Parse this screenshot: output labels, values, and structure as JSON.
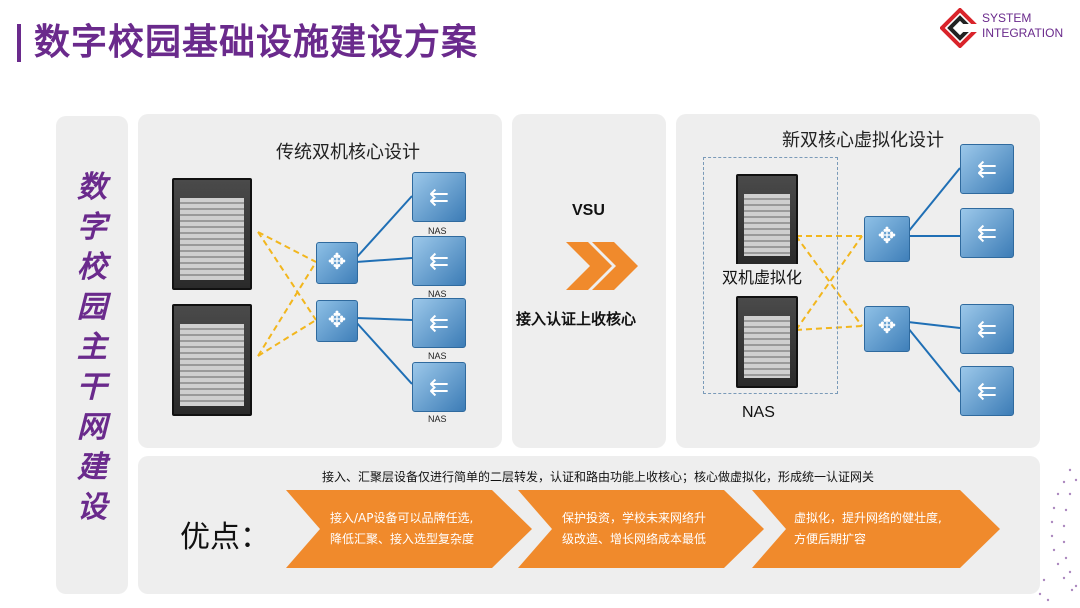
{
  "header": {
    "title": "数字校园基础设施建设方案",
    "logo_lines": [
      "SYSTEM",
      "INTEGRATION"
    ]
  },
  "sidebar": {
    "title_chars": [
      "数",
      "字",
      "校",
      "园",
      "主",
      "干",
      "网",
      "建",
      "设"
    ]
  },
  "left_panel": {
    "heading": "传统双机核心设计",
    "nas_labels": [
      "NAS",
      "NAS",
      "NAS",
      "NAS"
    ]
  },
  "middle_panel": {
    "vsu": "VSU",
    "caption": "接入认证上收核心"
  },
  "right_panel": {
    "heading": "新双核心虚拟化设计",
    "virtual_label": "双机虚拟化",
    "nas_label": "NAS"
  },
  "bottom": {
    "summary": "接入、汇聚层设备仅进行简单的二层转发，认证和路由功能上收核心；核心做虚拟化，形成统一认证网关",
    "advantages_label": "优点：",
    "advantages": [
      {
        "line1": "接入/AP设备可以品牌任选,",
        "line2": "降低汇聚、接入选型复杂度"
      },
      {
        "line1": "保护投资，学校未来网络升",
        "line2": "级改造、增长网络成本最低"
      },
      {
        "line1": "虚拟化，提升网络的健壮度,",
        "line2": "方便后期扩容"
      }
    ]
  },
  "colors": {
    "accent_purple": "#6a2a8c",
    "orange": "#f08a2c",
    "link_blue": "#1f6fb5",
    "link_yellow": "#f2b61d"
  }
}
